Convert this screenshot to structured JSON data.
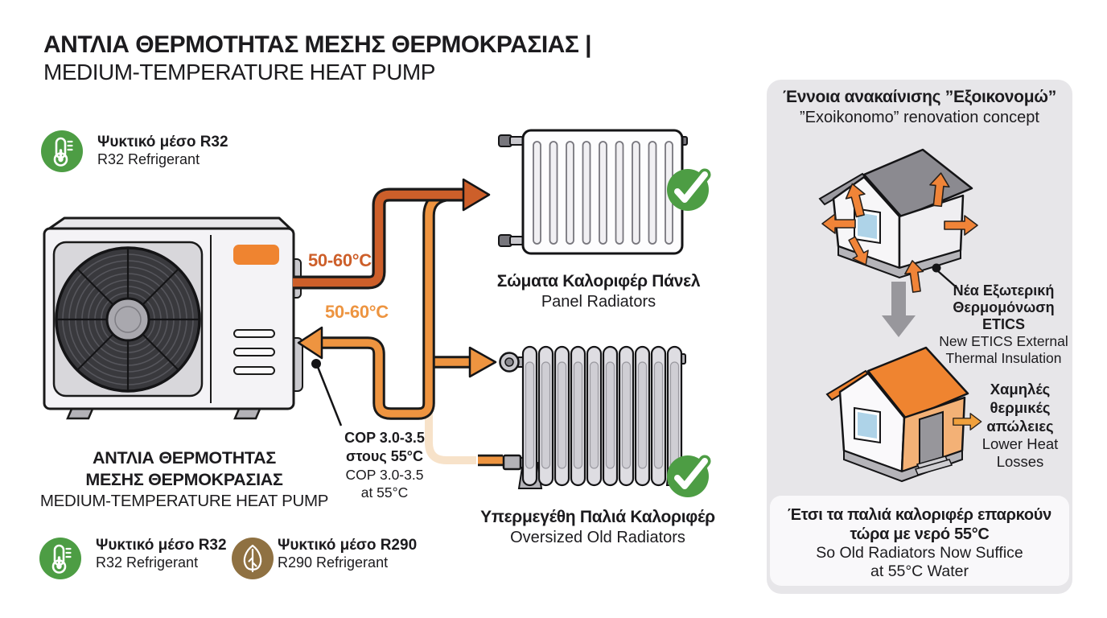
{
  "title": {
    "el": "ΑΝΤΛΙΑ ΘΕΡΜΟΤΗΤΑΣ ΜΕΣΗΣ ΘΕΡΜΟΚΡΑΣΙΑΣ |",
    "en": "MEDIUM-TEMPERATURE HEAT PUMP"
  },
  "refrigerants": {
    "r32": {
      "el": "Ψυκτικό μέσο R32",
      "en": "R32 Refrigerant",
      "icon": "thermometer-icon",
      "color": "#4d9d44"
    },
    "r290": {
      "el": "Ψυκτικό μέσο R290",
      "en": "R290 Refrigerant",
      "icon": "leaf-icon",
      "color": "#8f7142"
    }
  },
  "pipes": {
    "supply_label": "50-60°C",
    "return_label": "50-60°C",
    "supply_color": "#cd5f2a",
    "return_color": "#ee9440"
  },
  "cop_note": {
    "el1": "COP 3.0-3.5",
    "el2": "στους 55°C",
    "en1": "COP 3.0-3.5",
    "en2": "at 55°C"
  },
  "heat_pump_caption": {
    "el1": "ΑΝΤΛΙΑ ΘΕΡΜΟΤΗΤΑΣ",
    "el2": "ΜΕΣΗΣ ΘΕΡΜΟΚΡΑΣΙΑΣ",
    "en": "MEDIUM-TEMPERATURE HEAT PUMP"
  },
  "radiators": {
    "panel": {
      "el": "Σώματα Καλοριφέρ Πάνελ",
      "en": "Panel Radiators",
      "status_icon": "check-icon"
    },
    "old": {
      "el": "Υπερμεγέθη Παλιά Καλοριφέρ",
      "en": "Oversized Old Radiators",
      "status_icon": "check-icon"
    }
  },
  "side_panel": {
    "bg_color": "#e7e6e9",
    "title_el": "Έννοια ανακαίνισης ”Εξοικονομώ”",
    "title_en": "”Exoikonomo” renovation concept",
    "etics_note": {
      "el1": "Νέα Εξωτερική",
      "el2": "Θερμομόνωση ETICS",
      "en1": "New ETICS External",
      "en2": "Thermal Insulation"
    },
    "losses_note": {
      "el1": "Χαμηλές",
      "el2": "θερμικές",
      "el3": "απώλειες",
      "en1": "Lower Heat",
      "en2": "Losses"
    },
    "conclusion": {
      "el1": "Έτσι τα παλιά καλοριφέρ επαρκούν",
      "el2": "τώρα με νερό 55°C",
      "en1": "So Old Radiators Now Suffice",
      "en2": "at 55°C Water"
    }
  }
}
